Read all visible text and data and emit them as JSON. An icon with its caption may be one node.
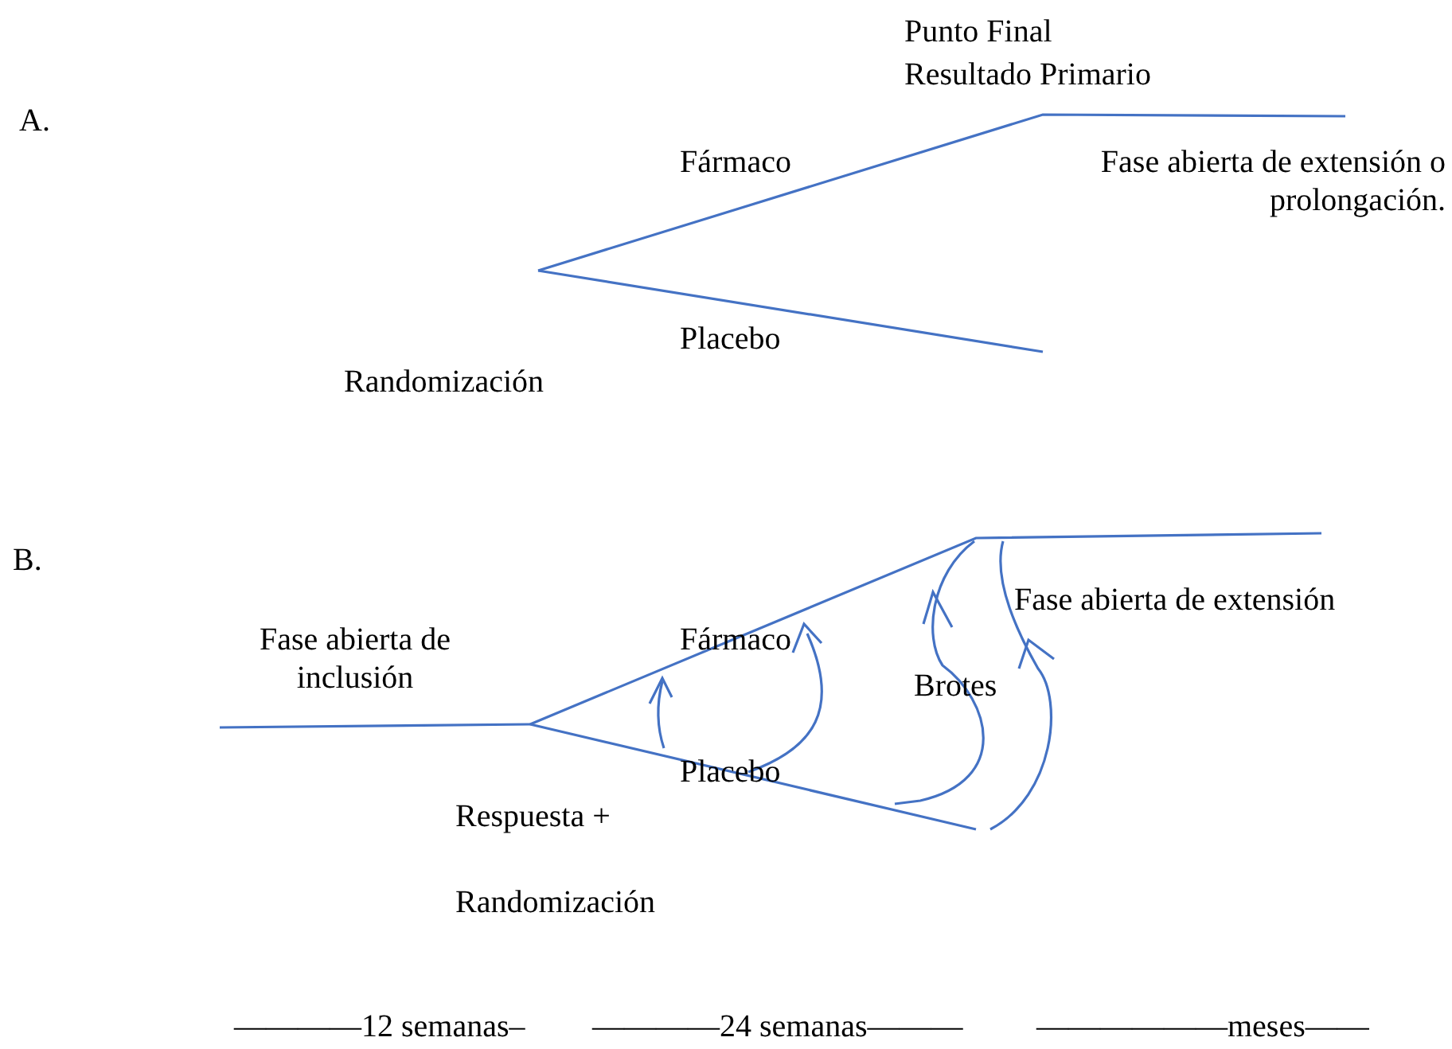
{
  "diagram": {
    "labels": [
      "Punto Final",
      "Resultado Primario",
      "A.",
      "Fármaco",
      "Fase abierta de extensión o prolongación.",
      "Placebo",
      "Randomización",
      "B.",
      "Fase abierta de extensión",
      "Fase abierta de inclusión",
      "Fármaco",
      "Brotes",
      "Placebo",
      "Respuesta +",
      "Randomización",
      "————12 semanas–",
      "————24 semanas———",
      "——————meses——"
    ]
  }
}
